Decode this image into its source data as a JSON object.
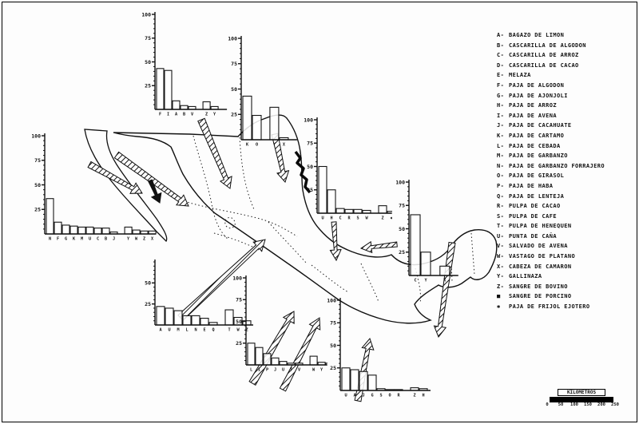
{
  "legend": {
    "items": [
      {
        "k": "A-",
        "name": "BAGAZO DE LIMON"
      },
      {
        "k": "B-",
        "name": "CASCARILLA DE ALGODON"
      },
      {
        "k": "C-",
        "name": "CASCARILLA DE ARROZ"
      },
      {
        "k": "D-",
        "name": "CASCARILLA DE CACAO"
      },
      {
        "k": "E-",
        "name": "MELAZA"
      },
      {
        "k": "F-",
        "name": "PAJA DE ALGODON"
      },
      {
        "k": "G-",
        "name": "PAJA DE AJONJOLI"
      },
      {
        "k": "H-",
        "name": "PAJA DE ARROZ"
      },
      {
        "k": "I-",
        "name": "PAJA DE AVENA"
      },
      {
        "k": "J-",
        "name": "PAJA DE CACAHUATE"
      },
      {
        "k": "K-",
        "name": "PAJA DE CARTAMO"
      },
      {
        "k": "L-",
        "name": "PAJA DE CEBADA"
      },
      {
        "k": "M-",
        "name": "PAJA DE GARBANZO"
      },
      {
        "k": "N-",
        "name": "PAJA DE GARBANZO FORRAJERO"
      },
      {
        "k": "O-",
        "name": "PAJA DE GIRASOL"
      },
      {
        "k": "P-",
        "name": "PAJA DE HABA"
      },
      {
        "k": "Q-",
        "name": "PAJA DE LENTEJA"
      },
      {
        "k": "R-",
        "name": "PULPA DE CACAO"
      },
      {
        "k": "S-",
        "name": "PULPA DE CAFE"
      },
      {
        "k": "T-",
        "name": "PULPA DE HENEQUEN"
      },
      {
        "k": "U-",
        "name": "PUNTA DE CAÑA"
      },
      {
        "k": "V-",
        "name": "SALVADO DE AVENA"
      },
      {
        "k": "W-",
        "name": "VASTAGO DE PLATANO"
      },
      {
        "k": "X-",
        "name": "CABEZA DE CAMARON"
      },
      {
        "k": "Y-",
        "name": "GALLINAZA"
      },
      {
        "k": "Z-",
        "name": "SANGRE DE BOVINO"
      },
      {
        "k": "■",
        "name": "SANGRE DE PORCINO"
      },
      {
        "k": "✱",
        "name": "PAJA DE FRIJOL EJOTERO"
      }
    ]
  },
  "scale_bar": {
    "label": "KILOMETROS",
    "ticks": [
      "0",
      "50",
      "100",
      "150",
      "200",
      "250"
    ]
  },
  "chart_data": [
    {
      "id": "northwest",
      "type": "bar",
      "title": "",
      "ylabel": "",
      "ylim": [
        0,
        100
      ],
      "yticks": [
        100,
        75,
        50,
        25
      ],
      "bars": [
        {
          "label": "F",
          "value": 43
        },
        {
          "label": "I",
          "value": 41
        },
        {
          "label": "A",
          "value": 9
        },
        {
          "label": "B",
          "value": 4
        },
        {
          "label": "V",
          "value": 3
        },
        {
          "gap": true
        },
        {
          "label": "Z",
          "value": 8
        },
        {
          "label": "Y",
          "value": 3
        }
      ]
    },
    {
      "id": "north",
      "type": "bar",
      "title": "",
      "ylabel": "",
      "ylim": [
        0,
        100
      ],
      "yticks": [
        100,
        75,
        50,
        25
      ],
      "bars": [
        {
          "label": "K",
          "value": 43
        },
        {
          "label": "O",
          "value": 24
        },
        {
          "gap": true
        },
        {
          "label": "Y",
          "value": 32
        },
        {
          "label": "X",
          "value": 2
        }
      ]
    },
    {
      "id": "west",
      "type": "bar",
      "title": "",
      "ylabel": "",
      "ylim": [
        0,
        100
      ],
      "yticks": [
        100,
        75,
        50,
        25
      ],
      "bars": [
        {
          "label": "N",
          "value": 36
        },
        {
          "label": "F",
          "value": 12
        },
        {
          "label": "G",
          "value": 9
        },
        {
          "label": "K",
          "value": 8
        },
        {
          "label": "M",
          "value": 7
        },
        {
          "label": "U",
          "value": 7
        },
        {
          "label": "C",
          "value": 6
        },
        {
          "label": "B",
          "value": 6
        },
        {
          "label": "J",
          "value": 2
        },
        {
          "gap": true
        },
        {
          "label": "Y",
          "value": 7
        },
        {
          "label": "W",
          "value": 4
        },
        {
          "label": "Z",
          "value": 3
        },
        {
          "label": "X",
          "value": 3
        }
      ]
    },
    {
      "id": "southwest",
      "type": "bar",
      "title": "",
      "ylabel": "",
      "ylim": [
        0,
        75
      ],
      "yticks": [
        50,
        25
      ],
      "bars": [
        {
          "label": "A",
          "value": 22
        },
        {
          "label": "U",
          "value": 20
        },
        {
          "label": "M",
          "value": 17
        },
        {
          "label": "L",
          "value": 11
        },
        {
          "label": "N",
          "value": 11
        },
        {
          "label": "E",
          "value": 8
        },
        {
          "label": "Q",
          "value": 3
        },
        {
          "gap": true
        },
        {
          "label": "T",
          "value": 18
        },
        {
          "label": "W",
          "value": 9
        },
        {
          "label": "Z",
          "value": 5
        }
      ]
    },
    {
      "id": "south",
      "type": "bar",
      "title": "",
      "ylabel": "",
      "ylim": [
        0,
        100
      ],
      "yticks": [
        100,
        75,
        50,
        25
      ],
      "bars": [
        {
          "label": "L",
          "value": 25
        },
        {
          "label": "I",
          "value": 20
        },
        {
          "label": "P",
          "value": 13
        },
        {
          "label": "J",
          "value": 8
        },
        {
          "label": "U",
          "value": 4
        },
        {
          "label": "T",
          "value": 2
        },
        {
          "label": "V",
          "value": 2
        },
        {
          "gap": true
        },
        {
          "label": "W",
          "value": 10
        },
        {
          "label": "Y",
          "value": 3
        },
        {
          "label": "Z",
          "value": 2
        }
      ]
    },
    {
      "id": "southeast",
      "type": "bar",
      "title": "",
      "ylabel": "",
      "ylim": [
        0,
        100
      ],
      "yticks": [
        100,
        75,
        50,
        25
      ],
      "bars": [
        {
          "label": "U",
          "value": 25
        },
        {
          "label": "A",
          "value": 23
        },
        {
          "label": "J",
          "value": 21
        },
        {
          "label": "G",
          "value": 17
        },
        {
          "label": "S",
          "value": 2
        },
        {
          "label": "O",
          "value": 1
        },
        {
          "label": "R",
          "value": 1
        },
        {
          "gap": true
        },
        {
          "label": "Z",
          "value": 3
        },
        {
          "label": "H",
          "value": 2
        }
      ]
    },
    {
      "id": "east",
      "type": "bar",
      "title": "",
      "ylabel": "",
      "ylim": [
        0,
        100
      ],
      "yticks": [
        100,
        75,
        50,
        25
      ],
      "bars": [
        {
          "label": "U",
          "value": 50
        },
        {
          "label": "H",
          "value": 25
        },
        {
          "label": "C",
          "value": 5
        },
        {
          "label": "R",
          "value": 4
        },
        {
          "label": "S",
          "value": 4
        },
        {
          "label": "W",
          "value": 3
        },
        {
          "gap": true
        },
        {
          "label": "Z",
          "value": 8
        },
        {
          "label": "✱",
          "value": 2
        }
      ]
    },
    {
      "id": "far-east",
      "type": "bar",
      "title": "",
      "ylabel": "",
      "ylim": [
        0,
        100
      ],
      "yticks": [
        100,
        75,
        50,
        25
      ],
      "bars": [
        {
          "label": "C",
          "value": 65
        },
        {
          "label": "Y",
          "value": 25
        },
        {
          "gap": true
        },
        {
          "label": "X",
          "value": 10
        }
      ]
    }
  ]
}
